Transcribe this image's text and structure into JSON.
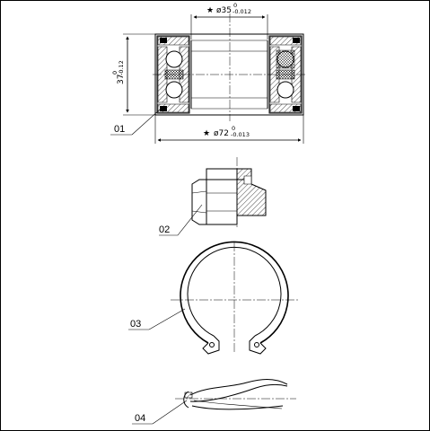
{
  "labels": {
    "part_01": "01",
    "part_02": "02",
    "part_03": "03",
    "part_04": "04"
  },
  "dimensions": {
    "inner_diameter": {
      "marker": "★",
      "prefix": "ø35",
      "upper_tol": "0",
      "lower_tol": "-0.012"
    },
    "outer_diameter": {
      "marker": "★",
      "prefix": "ø72",
      "upper_tol": "0",
      "lower_tol": "-0.013"
    },
    "width": {
      "value": "37",
      "upper_tol": "0",
      "lower_tol": "-0.12"
    }
  }
}
